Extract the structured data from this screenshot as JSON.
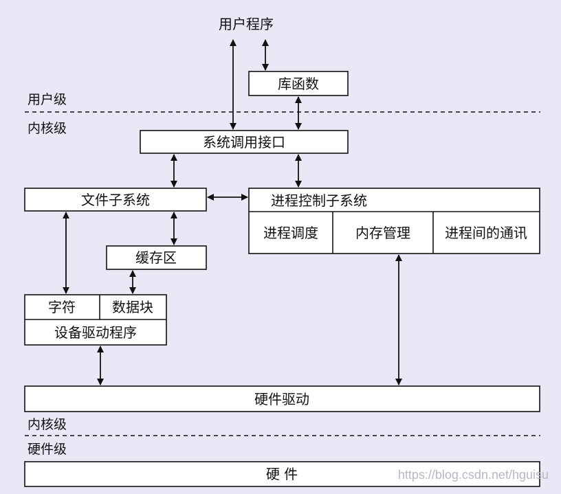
{
  "diagram": {
    "user_program": "用户程序",
    "library_functions": "库函数",
    "user_level": "用户级",
    "kernel_level_top": "内核级",
    "syscall_interface": "系统调用接口",
    "file_subsystem": "文件子系统",
    "process_control_subsystem": "进程控制子系统",
    "process_scheduling": "进程调度",
    "memory_management": "内存管理",
    "ipc": "进程间的通讯",
    "buffer_cache": "缓存区",
    "character": "字符",
    "block": "数据块",
    "device_driver": "设备驱动程序",
    "hardware_driver": "硬件驱动",
    "kernel_level_bottom": "内核级",
    "hardware_level": "硬件级",
    "hardware": "硬 件",
    "watermark": "https://blog.csdn.net/hguisu"
  },
  "colors": {
    "background": "#e8e8f6",
    "box_fill": "#ffffff",
    "line": "#111111",
    "watermark": "#b8b8c4"
  }
}
